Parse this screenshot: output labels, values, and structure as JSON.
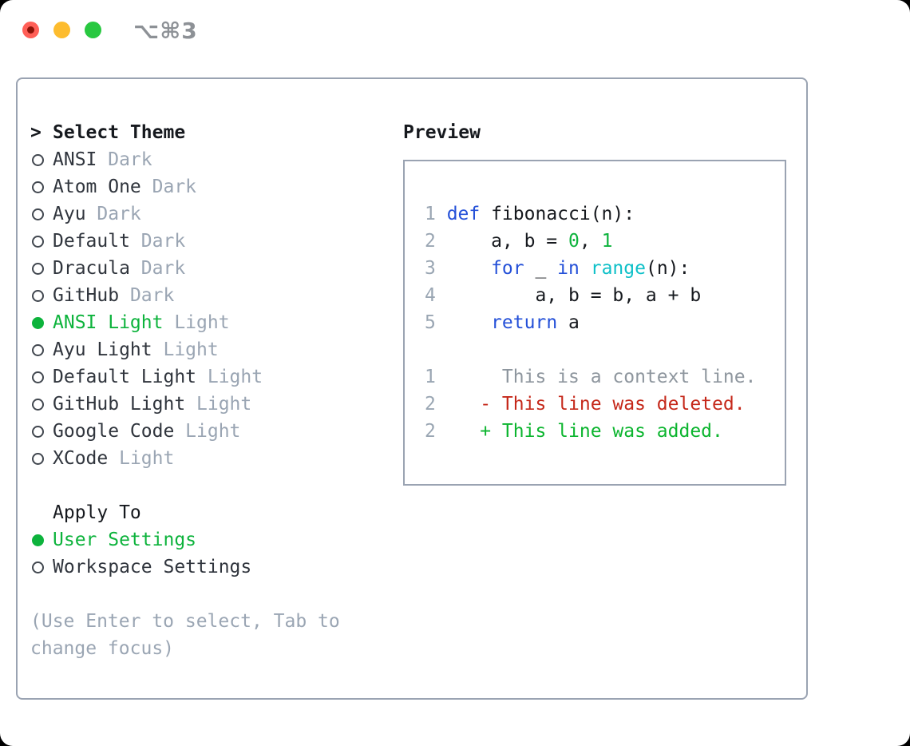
{
  "window": {
    "title": "⌥⌘3"
  },
  "colors": {
    "window_bg": "#ffffff",
    "outside_bg": "#000000",
    "border_gray": "#9aa3b2",
    "traffic_red": "#ff5f57",
    "traffic_red_dot": "#8c1207",
    "traffic_yellow": "#fdbc2e",
    "traffic_green": "#28c840",
    "title_gray": "#8d9196",
    "text_primary": "#16191e",
    "text_label": "#30353d",
    "text_dim": "#9aa5b3",
    "selection_green": "#0db33c",
    "syntax_keyword_blue": "#2450d8",
    "syntax_builtin_cyan": "#0ec0c8",
    "syntax_number_green": "#0db33c",
    "line_number_gray": "#9aa6b3",
    "diff_context_gray": "#8e969e",
    "diff_deleted_red": "#c5281a",
    "diff_added_green": "#0cb52f",
    "radio_ring_gray": "#41474f"
  },
  "theme_picker": {
    "header_prefix": ">",
    "header": "Select Theme",
    "items": [
      {
        "name": "ANSI",
        "variant": "Dark",
        "selected": false
      },
      {
        "name": "Atom One",
        "variant": "Dark",
        "selected": false
      },
      {
        "name": "Ayu",
        "variant": "Dark",
        "selected": false
      },
      {
        "name": "Default",
        "variant": "Dark",
        "selected": false
      },
      {
        "name": "Dracula",
        "variant": "Dark",
        "selected": false
      },
      {
        "name": "GitHub",
        "variant": "Dark",
        "selected": false
      },
      {
        "name": "ANSI Light",
        "variant": "Light",
        "selected": true
      },
      {
        "name": "Ayu Light",
        "variant": "Light",
        "selected": false
      },
      {
        "name": "Default Light",
        "variant": "Light",
        "selected": false
      },
      {
        "name": "GitHub Light",
        "variant": "Light",
        "selected": false
      },
      {
        "name": "Google Code",
        "variant": "Light",
        "selected": false
      },
      {
        "name": "XCode",
        "variant": "Light",
        "selected": false
      }
    ]
  },
  "apply_to": {
    "header": "Apply To",
    "options": [
      {
        "label": "User Settings",
        "selected": true
      },
      {
        "label": "Workspace Settings",
        "selected": false
      }
    ]
  },
  "hint_lines": [
    "(Use Enter to select, Tab to",
    "change focus)"
  ],
  "preview": {
    "header": "Preview",
    "lines": [
      {
        "num": "1",
        "tokens": [
          {
            "t": "def",
            "c": "kw"
          },
          {
            "t": " fibonacci(n):",
            "c": "fg"
          }
        ]
      },
      {
        "num": "2",
        "tokens": [
          {
            "t": "    a, b = ",
            "c": "fg"
          },
          {
            "t": "0",
            "c": "num"
          },
          {
            "t": ", ",
            "c": "fg"
          },
          {
            "t": "1",
            "c": "num"
          }
        ]
      },
      {
        "num": "3",
        "tokens": [
          {
            "t": "    ",
            "c": "fg"
          },
          {
            "t": "for",
            "c": "kw"
          },
          {
            "t": " _ ",
            "c": "fg"
          },
          {
            "t": "in",
            "c": "kw"
          },
          {
            "t": " ",
            "c": "fg"
          },
          {
            "t": "range",
            "c": "fn"
          },
          {
            "t": "(n):",
            "c": "fg"
          }
        ]
      },
      {
        "num": "4",
        "tokens": [
          {
            "t": "        a, b = b, a + b",
            "c": "fg"
          }
        ]
      },
      {
        "num": "5",
        "tokens": [
          {
            "t": "    ",
            "c": "fg"
          },
          {
            "t": "return",
            "c": "kw"
          },
          {
            "t": " a",
            "c": "fg"
          }
        ]
      },
      {
        "num": "",
        "tokens": []
      },
      {
        "num": "1",
        "tokens": [
          {
            "t": "     This is a context line.",
            "c": "ctx"
          }
        ]
      },
      {
        "num": "2",
        "tokens": [
          {
            "t": "   - This line was deleted.",
            "c": "del"
          }
        ]
      },
      {
        "num": "2",
        "tokens": [
          {
            "t": "   + This line was added.",
            "c": "add"
          }
        ]
      }
    ]
  }
}
